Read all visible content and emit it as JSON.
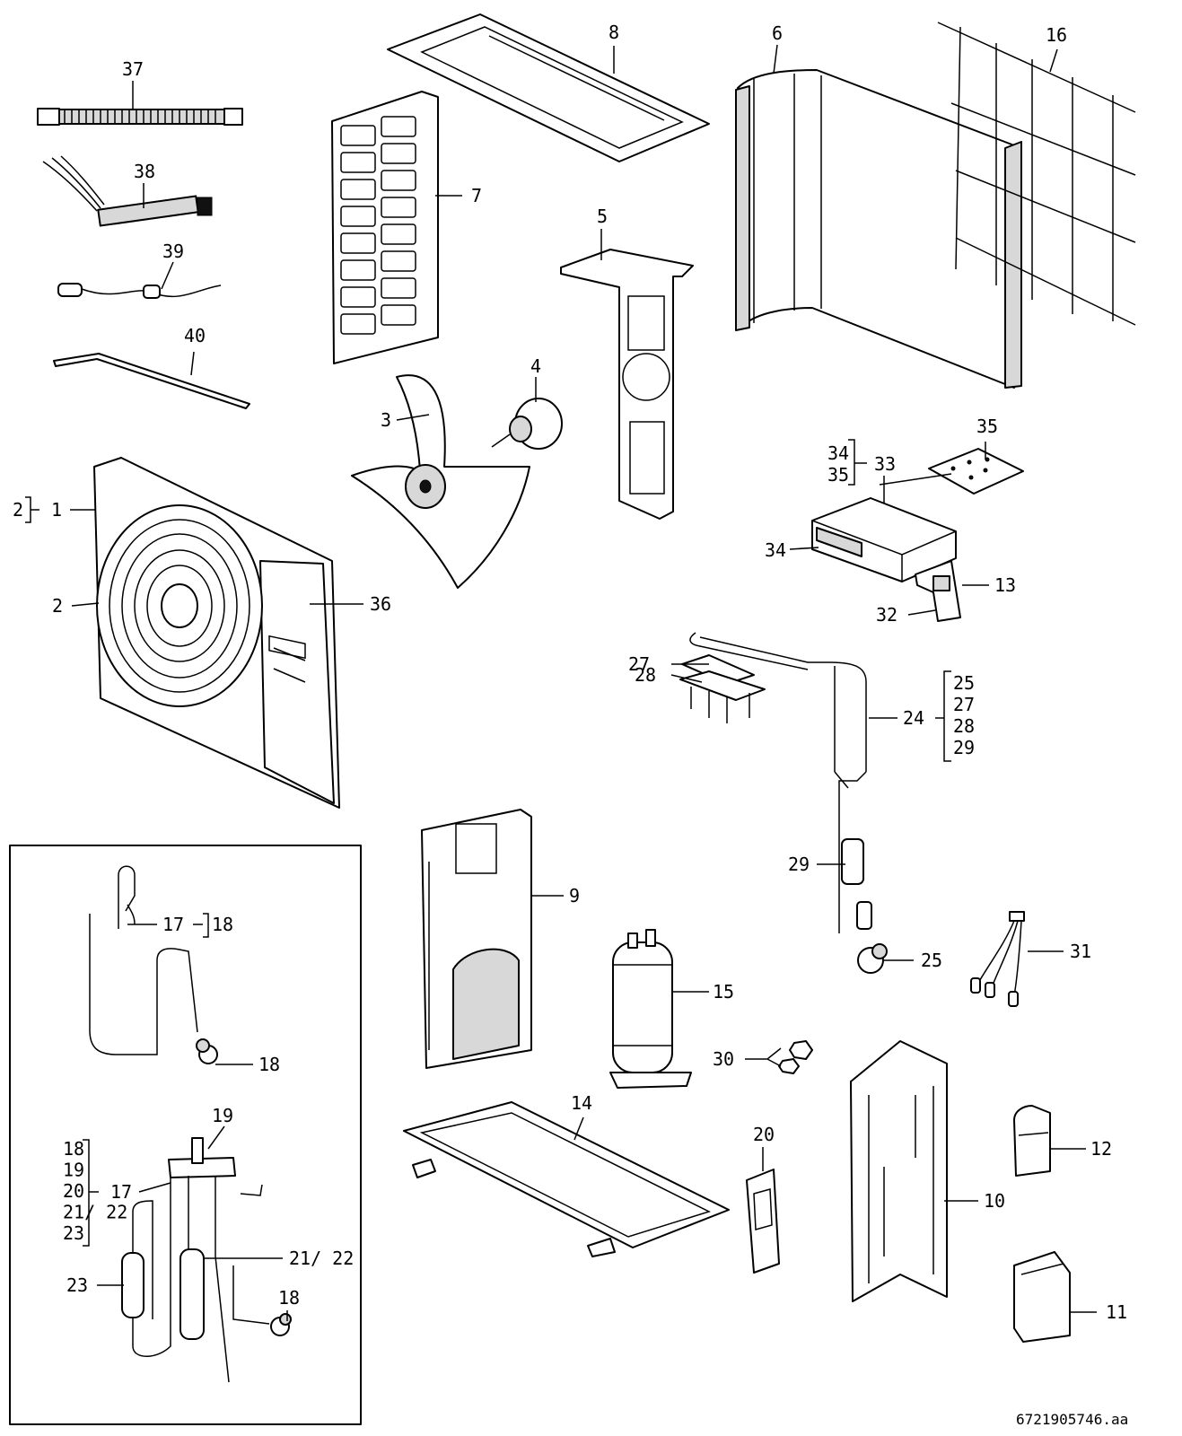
{
  "callouts": [
    {
      "id": "p37",
      "text": "37"
    },
    {
      "id": "p38",
      "text": "38"
    },
    {
      "id": "p39",
      "text": "39"
    },
    {
      "id": "p40",
      "text": "40"
    },
    {
      "id": "p8",
      "text": "8"
    },
    {
      "id": "p7",
      "text": "7"
    },
    {
      "id": "p6",
      "text": "6"
    },
    {
      "id": "p16",
      "text": "16"
    },
    {
      "id": "p5",
      "text": "5"
    },
    {
      "id": "p4",
      "text": "4"
    },
    {
      "id": "p3",
      "text": "3"
    },
    {
      "id": "p35a",
      "text": "35"
    },
    {
      "id": "p33",
      "text": "33"
    },
    {
      "id": "p34",
      "text": "34"
    },
    {
      "id": "p13",
      "text": "13"
    },
    {
      "id": "p32",
      "text": "32"
    },
    {
      "id": "p1",
      "text": "1"
    },
    {
      "id": "p2",
      "text": "2"
    },
    {
      "id": "p36",
      "text": "36"
    },
    {
      "id": "p27",
      "text": "27"
    },
    {
      "id": "p28",
      "text": "28"
    },
    {
      "id": "p24",
      "text": "24"
    },
    {
      "id": "p29",
      "text": "29"
    },
    {
      "id": "p25",
      "text": "25"
    },
    {
      "id": "p31",
      "text": "31"
    },
    {
      "id": "p9",
      "text": "9"
    },
    {
      "id": "p15",
      "text": "15"
    },
    {
      "id": "p30",
      "text": "30"
    },
    {
      "id": "p14",
      "text": "14"
    },
    {
      "id": "p20",
      "text": "20"
    },
    {
      "id": "p10",
      "text": "10"
    },
    {
      "id": "p12",
      "text": "12"
    },
    {
      "id": "p11",
      "text": "11"
    },
    {
      "id": "p17a",
      "text": "17"
    },
    {
      "id": "p18a",
      "text": "18"
    },
    {
      "id": "p19",
      "text": "19"
    },
    {
      "id": "p17b",
      "text": "17"
    },
    {
      "id": "p23",
      "text": "23"
    },
    {
      "id": "p2122",
      "text": "21/ 22"
    },
    {
      "id": "p18b",
      "text": "18"
    }
  ],
  "groups": {
    "g1": [
      "2"
    ],
    "g33": [
      "34",
      "35"
    ],
    "g24": [
      "25",
      "27",
      "28",
      "29"
    ],
    "g17a": [
      "18"
    ],
    "g17b": [
      "18",
      "19",
      "20",
      "21/ 22",
      "23"
    ]
  },
  "doc_code": "6721905746.aa"
}
